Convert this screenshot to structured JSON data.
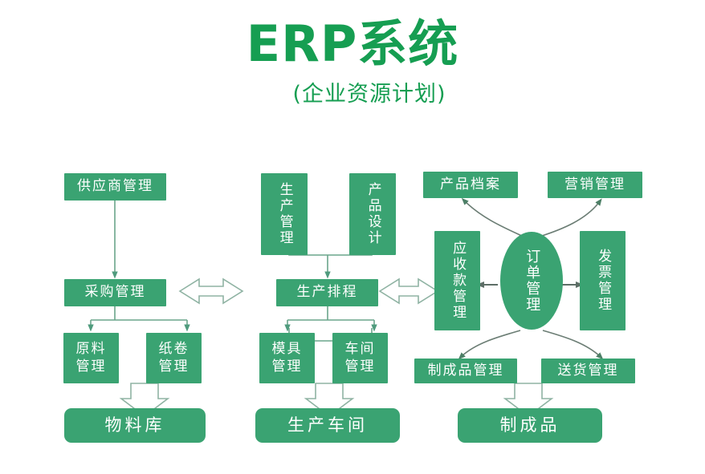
{
  "header": {
    "title": "ERP系统",
    "subtitle": "(企业资源计划)",
    "title_color": "#169e52"
  },
  "theme": {
    "box_fill": "#3aa372",
    "box_text": "#ffffff",
    "connector_line": "#6aa58b",
    "block_arrow_stroke": "#8fb3a3",
    "curve_arrow": "#6b7d74",
    "background": "#ffffff"
  },
  "diagram": {
    "type": "flowchart",
    "columns": [
      {
        "name": "procurement-column",
        "nodes": [
          "供应商管理",
          "采购管理",
          "原料管理",
          "纸卷管理",
          "物料库"
        ]
      },
      {
        "name": "production-column",
        "nodes": [
          "生产管理",
          "产品设计",
          "生产排程",
          "模具管理",
          "车间管理",
          "生产车间"
        ]
      },
      {
        "name": "sales-column",
        "nodes": [
          "产品档案",
          "营销管理",
          "应收款管理",
          "订单管理",
          "发票管理",
          "制成品管理",
          "送货管理",
          "制成品"
        ]
      }
    ],
    "nodes": {
      "supplier_mgmt": "供应商管理",
      "purchase_mgmt": "采购管理",
      "raw_material_mgmt": "原料\n管理",
      "paper_roll_mgmt": "纸卷\n管理",
      "material_warehouse": "物料库",
      "production_mgmt": "生产管理",
      "product_design": "产品设计",
      "production_schedule": "生产排程",
      "mold_mgmt": "模具\n管理",
      "workshop_mgmt": "车间\n管理",
      "production_workshop": "生产车间",
      "product_archive": "产品档案",
      "marketing_mgmt": "营销管理",
      "receivables_mgmt": "应收款管理",
      "order_mgmt": "订单管理",
      "invoice_mgmt": "发票管理",
      "finished_goods_mgmt": "制成品管理",
      "delivery_mgmt": "送货管理",
      "finished_goods": "制成品"
    },
    "edges": [
      {
        "from": "供应商管理",
        "to": "采购管理",
        "style": "straight-arrow"
      },
      {
        "from": "采购管理",
        "to": "原料管理",
        "style": "bracket-arrow"
      },
      {
        "from": "采购管理",
        "to": "纸卷管理",
        "style": "bracket-arrow"
      },
      {
        "from": "原料管理+纸卷管理",
        "to": "物料库",
        "style": "hollow-block-arrow"
      },
      {
        "from": "生产管理",
        "to": "生产排程",
        "style": "bracket-arrow"
      },
      {
        "from": "产品设计",
        "to": "生产排程",
        "style": "bracket-arrow"
      },
      {
        "from": "生产排程",
        "to": "模具管理",
        "style": "bracket-arrow"
      },
      {
        "from": "生产排程",
        "to": "车间管理",
        "style": "bracket-arrow"
      },
      {
        "from": "模具管理+车间管理",
        "to": "生产车间",
        "style": "hollow-block-arrow"
      },
      {
        "from": "采购管理",
        "to": "生产排程",
        "style": "hollow-double-arrow"
      },
      {
        "from": "生产排程",
        "to": "应收款管理",
        "style": "hollow-double-arrow"
      },
      {
        "from": "订单管理",
        "to": "应收款管理",
        "style": "solid-arrow-left"
      },
      {
        "from": "订单管理",
        "to": "发票管理",
        "style": "solid-arrow-right"
      },
      {
        "from": "订单管理",
        "to": "产品档案",
        "style": "curved-arrow"
      },
      {
        "from": "订单管理",
        "to": "营销管理",
        "style": "curved-arrow"
      },
      {
        "from": "订单管理",
        "to": "制成品管理",
        "style": "curved-arrow"
      },
      {
        "from": "订单管理",
        "to": "送货管理",
        "style": "curved-arrow"
      },
      {
        "from": "制成品管理+送货管理",
        "to": "制成品",
        "style": "hollow-block-arrow"
      }
    ]
  }
}
